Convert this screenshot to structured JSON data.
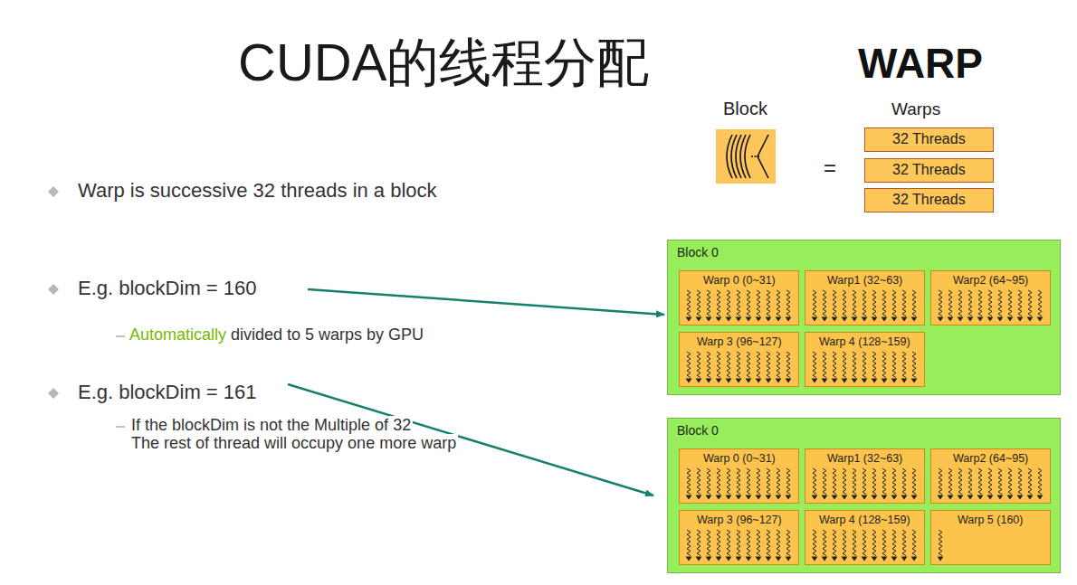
{
  "diagram": {
    "title": "CUDA的线程分配",
    "nodes": [
      {
        "text": [
          "Block"
        ]
      },
      {
        "text": [
          "32 Threads"
        ]
      },
      {
        "text": [
          "32 Threads"
        ]
      },
      {
        "text": [
          "32 Threads"
        ]
      },
      {
        "text": [
          "Block 0"
        ]
      },
      {
        "text": [
          "Warp 0 (0~31)"
        ],
        "in": 4
      },
      {
        "text": [
          "Warp1 (32~63)"
        ],
        "in": 4
      },
      {
        "text": [
          "Warp2 (64~95)"
        ],
        "in": 4
      },
      {
        "text": [
          "Warp 3 (96~127)"
        ],
        "in": 4
      },
      {
        "text": [
          "Warp 4 (128~159)"
        ],
        "in": 4
      },
      {
        "text": [
          "Block 0"
        ]
      },
      {
        "text": [
          "Warp 0 (0~31)"
        ],
        "in": 10
      },
      {
        "text": [
          "Warp1 (32~63)"
        ],
        "in": 10
      },
      {
        "text": [
          "Warp2 (64~95)"
        ],
        "in": 10
      },
      {
        "text": [
          "Warp 3 (96~127)"
        ],
        "in": 10
      },
      {
        "text": [
          "Warp 4 (128~159)"
        ],
        "in": 10
      },
      {
        "text": [
          "Warp 5 (160)"
        ],
        "in": 10
      }
    ],
    "labels": [
      "WARP",
      "Warps",
      "=",
      "Warp is successive 32 threads in a block",
      "E.g. blockDim = 160",
      "Automatically",
      "divided to 5 warps by GPU",
      "E.g. blockDim = 161",
      "If the blockDim is not the Multiple of 32",
      "The rest of thread will occupy one more warp"
    ]
  }
}
